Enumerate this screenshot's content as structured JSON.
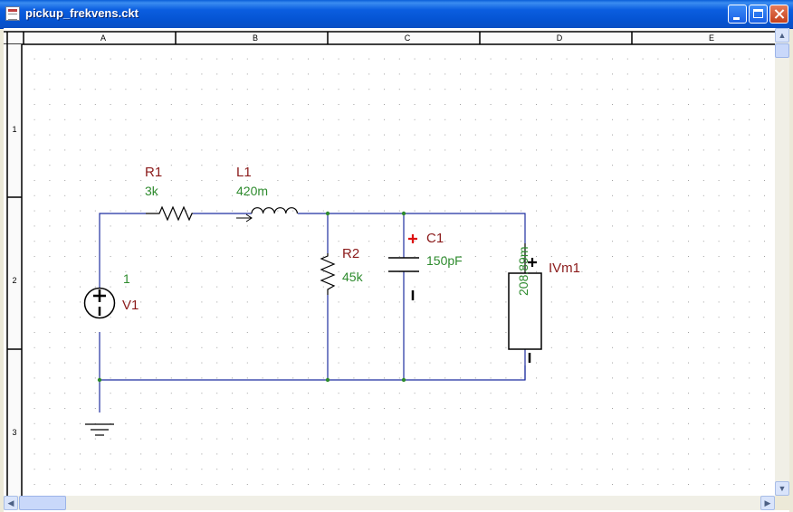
{
  "window": {
    "title": "pickup_frekvens.ckt",
    "icon": "schematic-document-icon",
    "controls": {
      "minimize": "minimize-icon",
      "maximize": "maximize-icon",
      "close": "close-icon"
    }
  },
  "sheet": {
    "columns": [
      "A",
      "B",
      "C",
      "D",
      "E"
    ],
    "rows": [
      "1",
      "2",
      "3"
    ]
  },
  "components": {
    "r1": {
      "name": "R1",
      "value": "3k"
    },
    "l1": {
      "name": "L1",
      "value": "420m"
    },
    "r2": {
      "name": "R2",
      "value": "45k"
    },
    "c1": {
      "name": "C1",
      "value": "150pF"
    },
    "v1": {
      "name": "V1",
      "value": "1"
    },
    "ivm1": {
      "name": "IVm1",
      "reading": "208.89m"
    }
  },
  "colors": {
    "wire": "#1f2fa0",
    "component_name": "#8b1a1a",
    "component_value": "#2e8b2e",
    "polarity_plus": "#dd1111",
    "grid_dot": "#a0a0a0"
  }
}
